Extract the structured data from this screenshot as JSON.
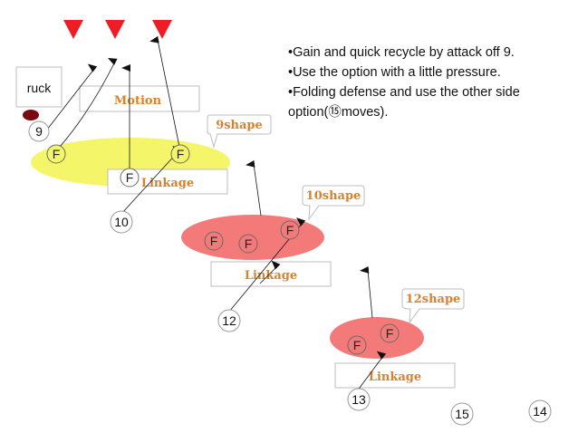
{
  "colors": {
    "marker": "#ee1c24",
    "accent_text": "#d9822b",
    "zone_yellow": "#f5f56a",
    "zone_red": "#f47a7a",
    "ruck_ball": "#7a0a12"
  },
  "ruck": {
    "label": "ruck"
  },
  "boxes": {
    "motion": "Motion",
    "linkage_1": "Linkage",
    "linkage_2": "Linkage",
    "linkage_3": "Linkage"
  },
  "shapes": {
    "s9": "9shape",
    "s10": "10shape",
    "s12": "12shape"
  },
  "players": {
    "p9": "9",
    "p10": "10",
    "p12": "12",
    "p13": "13",
    "p14": "14",
    "p15": "15",
    "forward": "F"
  },
  "notes": [
    "•Gain and quick recycle by attack off 9.",
    "•Use the option with a little pressure.",
    "•Folding defense and use the other side",
    "option(⑮moves)."
  ]
}
